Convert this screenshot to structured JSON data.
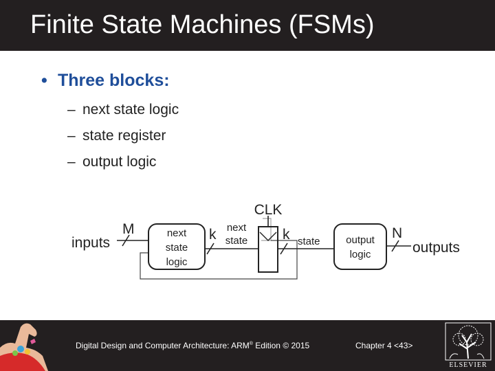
{
  "slide": {
    "title": "Finite State Machines (FSMs)",
    "bullet": "Three blocks:",
    "bullet_symbol": "•",
    "subitems": [
      {
        "dash": "–",
        "text": "next state logic"
      },
      {
        "dash": "–",
        "text": "state register"
      },
      {
        "dash": "–",
        "text": "output logic"
      }
    ]
  },
  "diagram": {
    "clk": "CLK",
    "inputs": "inputs",
    "m": "M",
    "next_state_logic": [
      "next",
      "state",
      "logic"
    ],
    "k1": "k",
    "next_state": [
      "next",
      "state"
    ],
    "k2": "k",
    "state": "state",
    "output_logic": [
      "output",
      "logic"
    ],
    "n": "N",
    "outputs": "outputs"
  },
  "footer": {
    "citation": "Digital Design and Computer Architecture: ARM",
    "citation_reg": "®",
    "citation_tail": " Edition © 2015",
    "chapter": "Chapter 4 <43>",
    "publisher": "ELSEVIER"
  },
  "colors": {
    "title_bar": "#231f20",
    "bullet": "#1f4e9a",
    "footer": "#231f20"
  }
}
